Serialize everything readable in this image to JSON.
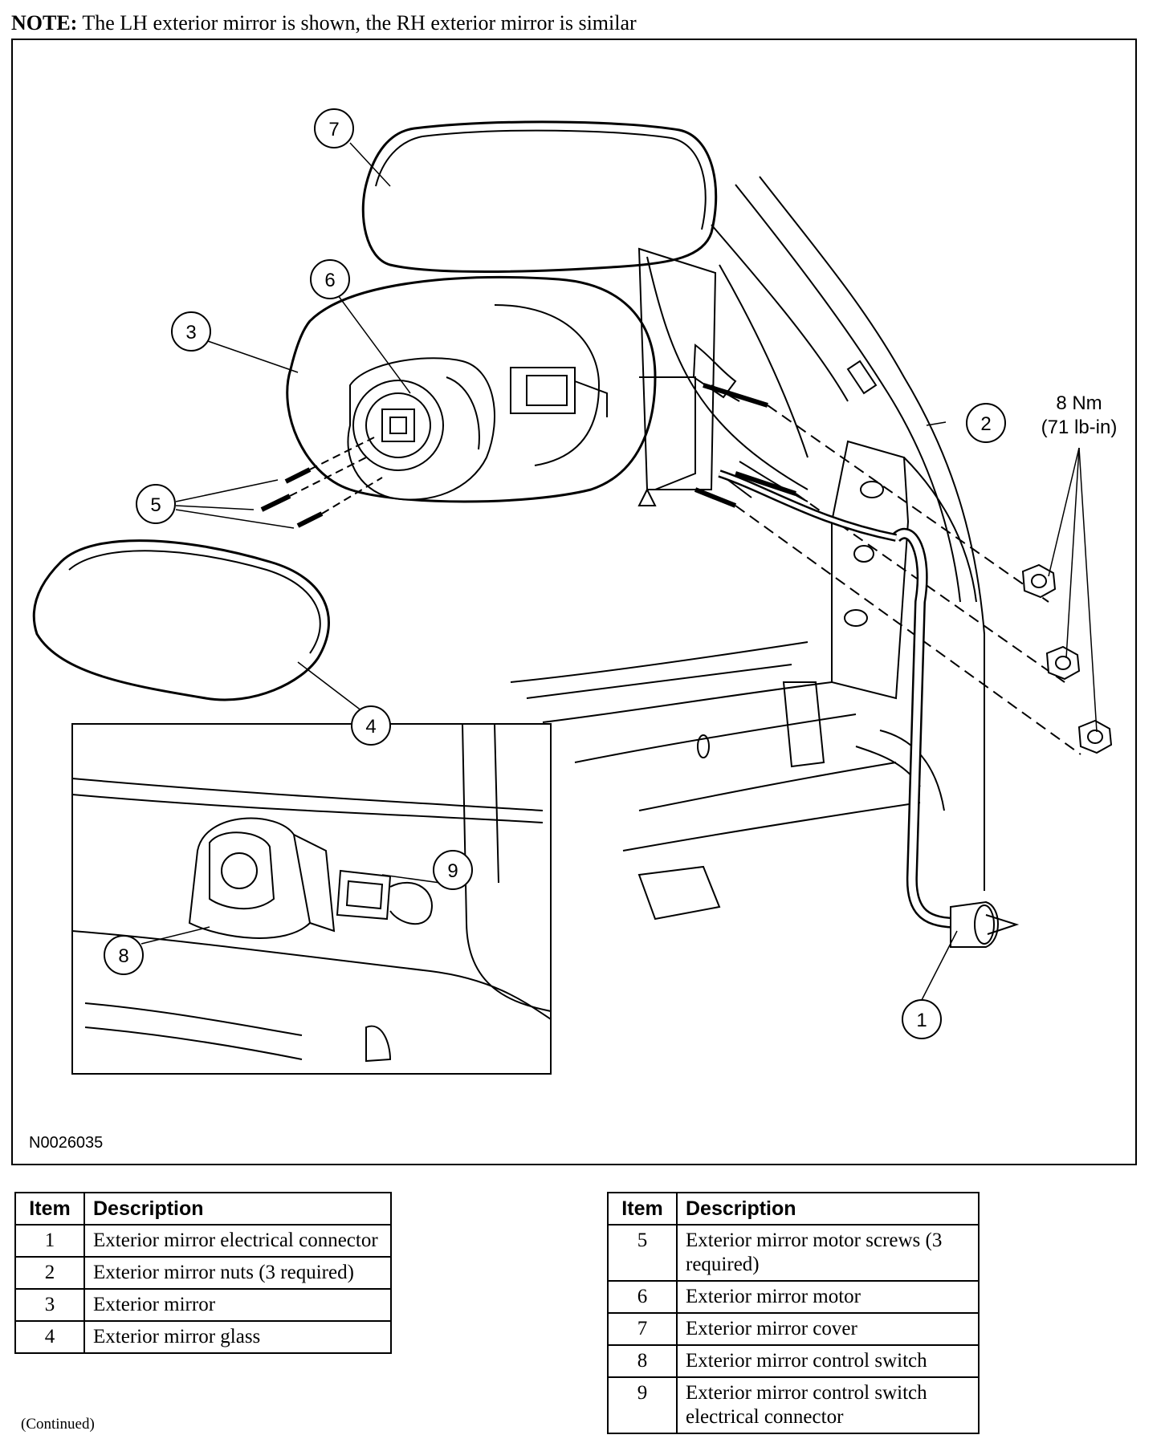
{
  "note": {
    "label": "NOTE:",
    "text": " The LH exterior mirror is shown, the RH exterior mirror is similar"
  },
  "figure": {
    "id": "N0026035",
    "callouts": [
      "1",
      "2",
      "3",
      "4",
      "5",
      "6",
      "7",
      "8",
      "9"
    ],
    "torque": {
      "value": "8 Nm",
      "imperial": "(71 lb-in)"
    }
  },
  "table_left": {
    "header": {
      "item": "Item",
      "description": "Description"
    },
    "rows": [
      {
        "item": "1",
        "description": "Exterior mirror electrical connector"
      },
      {
        "item": "2",
        "description": "Exterior mirror nuts (3 required)"
      },
      {
        "item": "3",
        "description": "Exterior mirror"
      },
      {
        "item": "4",
        "description": "Exterior mirror glass"
      }
    ]
  },
  "table_right": {
    "header": {
      "item": "Item",
      "description": "Description"
    },
    "rows": [
      {
        "item": "5",
        "description": "Exterior mirror motor screws (3 required)"
      },
      {
        "item": "6",
        "description": "Exterior mirror motor"
      },
      {
        "item": "7",
        "description": "Exterior mirror cover"
      },
      {
        "item": "8",
        "description": "Exterior mirror control switch"
      },
      {
        "item": "9",
        "description": "Exterior mirror control switch electrical connector"
      }
    ]
  },
  "continued": "(Continued)"
}
